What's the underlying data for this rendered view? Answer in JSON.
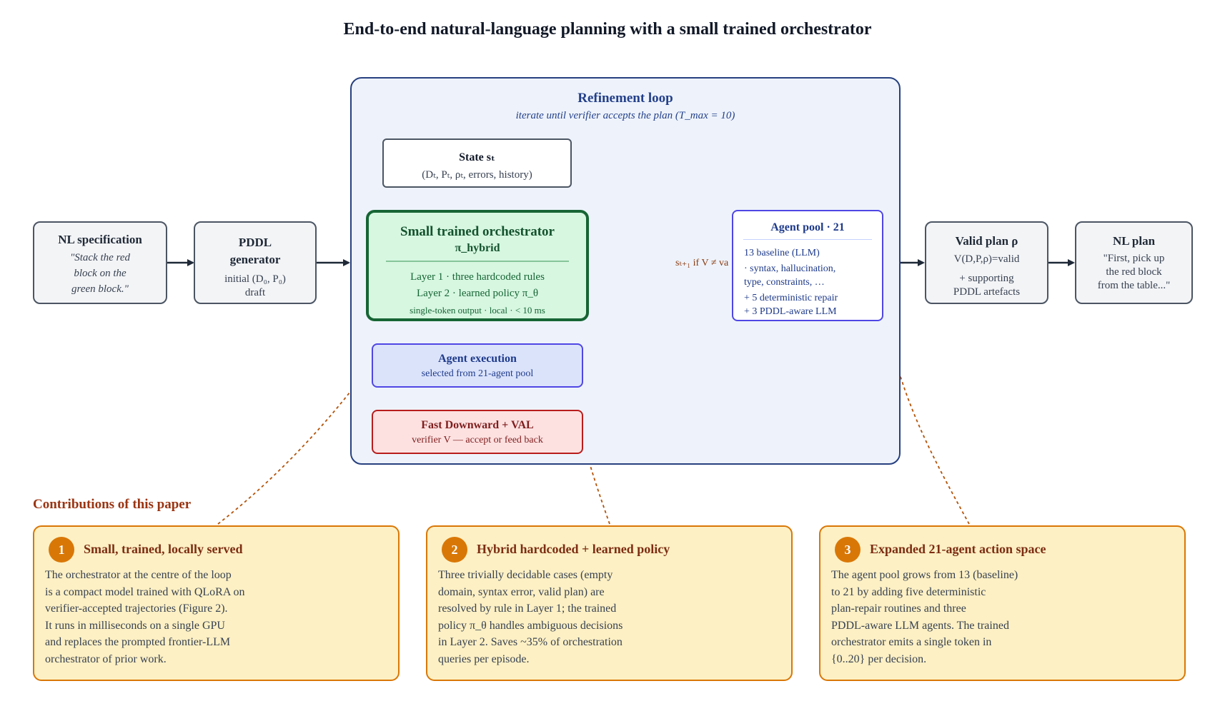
{
  "title": "End-to-end natural-language planning with a small trained orchestrator",
  "nl_spec": {
    "title": "NL specification",
    "text": "\"Stack the red\nblock on the\ngreen block.\""
  },
  "pddl_gen": {
    "title": "PDDL\ngenerator",
    "line1": "initial (D₀, P₀)",
    "line2": "draft"
  },
  "loop": {
    "title": "Refinement loop",
    "subtitle": "iterate until verifier accepts the plan (T_max = 10)"
  },
  "state": {
    "title": "State sₜ",
    "detail": "(Dₜ, Pₜ, ρₜ, errors, history)"
  },
  "orchestrator": {
    "title": "Small trained orchestrator",
    "policy": "π_hybrid",
    "layer1": "Layer 1 · three hardcoded rules",
    "layer2": "Layer 2 · learned policy π_θ",
    "note": "single-token output · local · < 10 ms"
  },
  "execution": {
    "title": "Agent execution",
    "detail": "selected from 21-agent pool"
  },
  "verifier": {
    "title": "Fast Downward + VAL",
    "detail": "verifier V — accept or feed back"
  },
  "feedback_label": "sₜ₊₁ if V ≠ va",
  "agent_pool": {
    "title": "Agent pool · 21",
    "baseline": "13 baseline (LLM)",
    "baseline_detail": "· syntax, hallucination,\ntype, constraints, …",
    "repair": "+ 5 deterministic repair",
    "pddl_llm": "+ 3 PDDL-aware LLM"
  },
  "valid_plan": {
    "title": "Valid plan ρ",
    "line1": "V(D,P,ρ)=valid",
    "line2": "+ supporting\nPDDL artefacts"
  },
  "nl_plan": {
    "title": "NL plan",
    "text": "\"First, pick up\nthe red block\nfrom the table...\""
  },
  "contributions": {
    "heading": "Contributions of this paper",
    "items": [
      {
        "num": "1",
        "title": "Small, trained, locally served",
        "body": "The orchestrator at the centre of the loop\nis a compact model trained with QLoRA on\nverifier-accepted trajectories (Figure 2).\nIt runs in milliseconds on a single GPU\nand replaces the prompted frontier-LLM\norchestrator of prior work."
      },
      {
        "num": "2",
        "title": "Hybrid hardcoded + learned policy",
        "body": "Three trivially decidable cases (empty\ndomain, syntax error, valid plan) are\nresolved by rule in Layer 1; the trained\npolicy π_θ handles ambiguous decisions\nin Layer 2. Saves ~35% of orchestration\nqueries per episode."
      },
      {
        "num": "3",
        "title": "Expanded 21-agent action space",
        "body": "The agent pool grows from 13 (baseline)\nto 21 by adding five deterministic\nplan-repair routines and three\nPDDL-aware LLM agents. The trained\norchestrator emits a single token in\n{0..20} per decision."
      }
    ]
  },
  "colors": {
    "loop_border": "#27407f",
    "orchestrator": "#166534",
    "agent": "#4f46e5",
    "verifier": "#b91c1c",
    "contribution": "#d97706",
    "feedback_arrow": "#8b3a0f"
  }
}
